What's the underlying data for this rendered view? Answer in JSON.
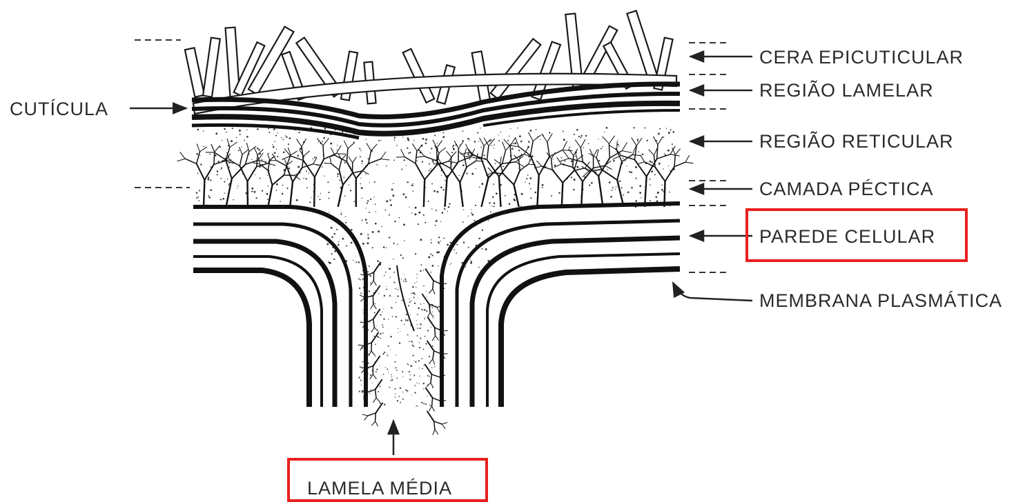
{
  "diagram": {
    "labels": {
      "cera_epicuticular": "CERA EPICUTICULAR",
      "regiao_lamelar": "REGIÃO LAMELAR",
      "regiao_reticular": "REGIÃO RETICULAR",
      "camada_pectica": "CAMADA PÉCTICA",
      "parede_celular": "PAREDE CELULAR",
      "membrana_plasmatica": "MEMBRANA PLASMÁTICA",
      "cuticula": "CUTÍCULA",
      "lamela_media": "LAMELA MÉDIA"
    },
    "highlighted": [
      "PAREDE CELULAR",
      "LAMELA MÉDIA"
    ],
    "highlight_color": "#e8201e",
    "ink_color": "#1a1a1a"
  }
}
